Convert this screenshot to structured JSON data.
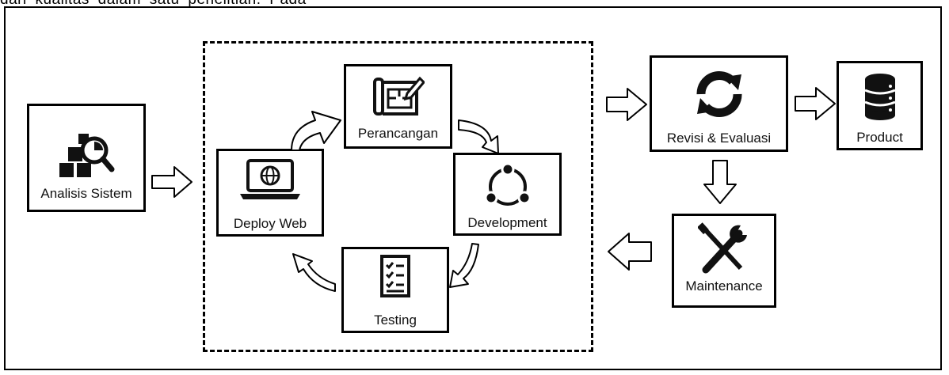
{
  "header": {
    "caption_fragment": "dari kualitas dalam satu penelitian. Pada"
  },
  "nodes": {
    "analisis": {
      "label": "Analisis Sistem",
      "icon": "analysis-icon"
    },
    "perancangan": {
      "label": "Perancangan",
      "icon": "blueprint-icon"
    },
    "development": {
      "label": "Development",
      "icon": "share-nodes-icon"
    },
    "testing": {
      "label": "Testing",
      "icon": "checklist-icon"
    },
    "deploy": {
      "label": "Deploy Web",
      "icon": "laptop-globe-icon"
    },
    "revisi": {
      "label": "Revisi & Evaluasi",
      "icon": "refresh-icon"
    },
    "product": {
      "label": "Product",
      "icon": "database-icon"
    },
    "maintenance": {
      "label": "Maintenance",
      "icon": "tools-icon"
    }
  },
  "colors": {
    "line": "#000000",
    "background": "#ffffff"
  }
}
